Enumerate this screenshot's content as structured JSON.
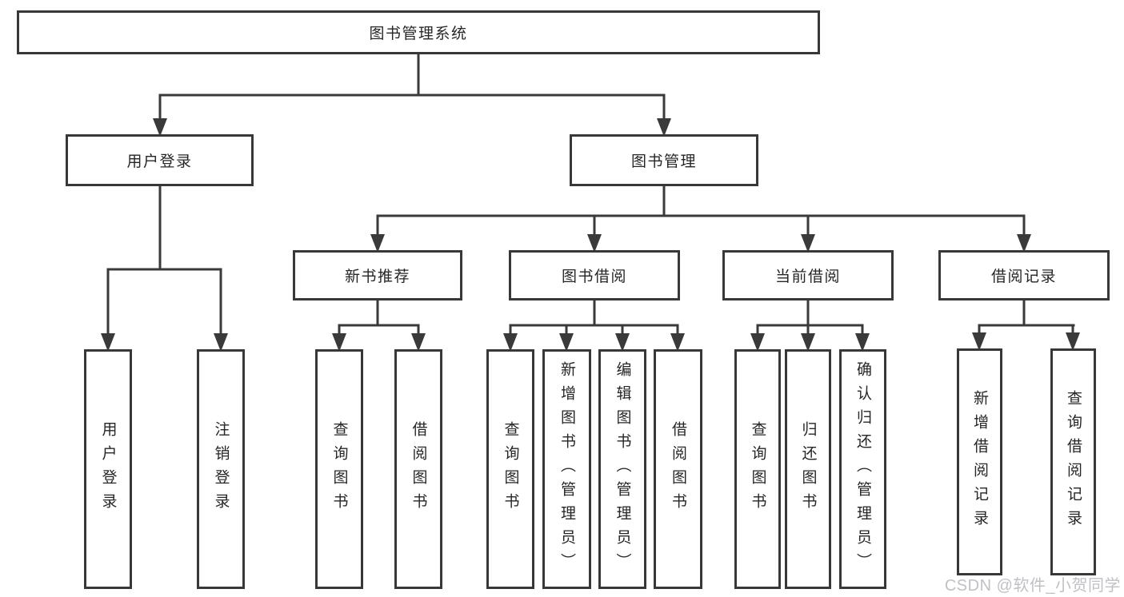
{
  "diagram_title": "图书管理系统",
  "colors": {
    "line": "#3a3a3a",
    "box_border": "#383838",
    "text": "#262626",
    "watermark": "#c0c0c6",
    "background": "#ffffff"
  },
  "tree": {
    "label": "图书管理系统",
    "children": [
      {
        "label": "用户登录",
        "children": [
          {
            "label": "用户登录"
          },
          {
            "label": "注销登录"
          }
        ]
      },
      {
        "label": "图书管理",
        "children": [
          {
            "label": "新书推荐",
            "children": [
              {
                "label": "查询图书"
              },
              {
                "label": "借阅图书"
              }
            ]
          },
          {
            "label": "图书借阅",
            "children": [
              {
                "label": "查询图书"
              },
              {
                "label": "新增图书（管理员）"
              },
              {
                "label": "编辑图书（管理员）"
              },
              {
                "label": "借阅图书"
              }
            ]
          },
          {
            "label": "当前借阅",
            "children": [
              {
                "label": "查询图书"
              },
              {
                "label": "归还图书"
              },
              {
                "label": "确认归还（管理员）"
              }
            ]
          },
          {
            "label": "借阅记录",
            "children": [
              {
                "label": "新增借阅记录"
              },
              {
                "label": "查询借阅记录"
              }
            ]
          }
        ]
      }
    ]
  },
  "watermark": {
    "text": "CSDN @软件_小贺同学"
  }
}
